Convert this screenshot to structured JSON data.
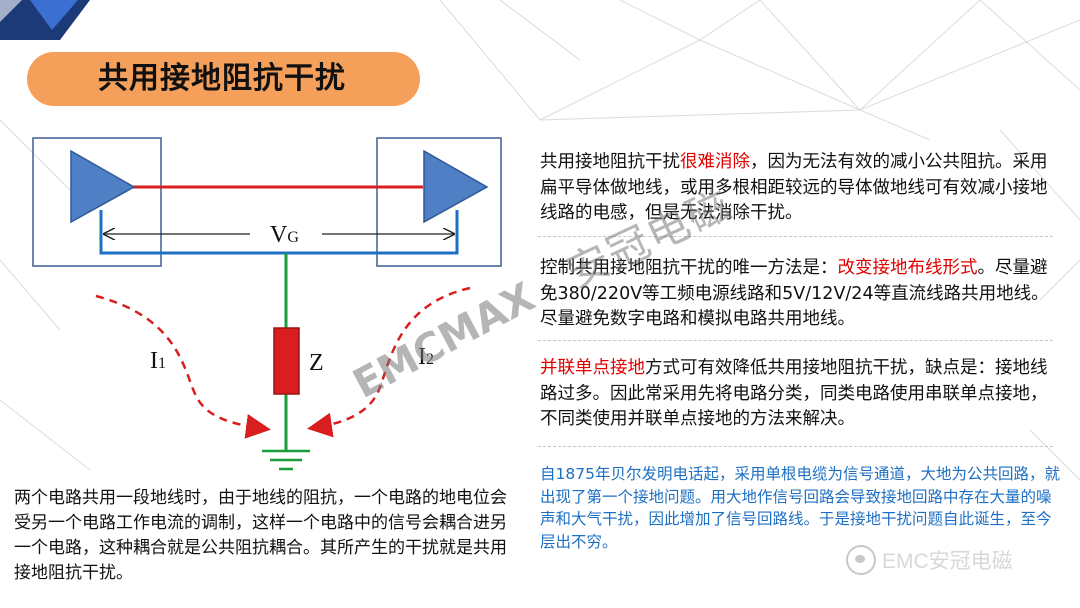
{
  "slide": {
    "title": "共用接地阻抗干扰"
  },
  "diagram": {
    "vg_label": "V",
    "vg_sub": "G",
    "i1_label": "I",
    "i1_sub": "1",
    "i2_label": "I",
    "i2_sub": "2",
    "z_label": "Z"
  },
  "caption": "两个电路共用一段地线时，由于地线的阻抗，一个电路的地电位会受另一个电路工作电流的调制，这样一个电路中的信号会耦合进另一个电路，这种耦合就是公共阻抗耦合。其所产生的干扰就是共用接地阻抗干扰。",
  "paragraphs": {
    "p1_a": "共用接地阻抗干扰",
    "p1_red": "很难消除",
    "p1_b": "，因为无法有效的减小公共阻抗。采用扁平导体做地线，或用多根相距较远的导体做地线可有效减小接地线路的电感，但是无法消除干扰。",
    "p2_a": "控制共用接地阻抗干扰的唯一方法是：",
    "p2_red": "改变接地布线形式",
    "p2_b": "。尽量避免380/220V等工频电源线路和5V/12V/24等直流线路共用地线。尽量避免数字电路和模拟电路共用地线。",
    "p3_red": "并联单点接地",
    "p3_b": "方式可有效降低共用接地阻抗干扰，缺点是：接地线路过多。因此常采用先将电路分类，同类电路使用串联单点接地，不同类使用并联单点接地的方法来解决。",
    "history": "自1875年贝尔发明电话起，采用单根电缆为信号通道，大地为公共回路，就出现了第一个接地问题。用大地作信号回路会导致接地回路中存在大量的噪声和大气干扰，因此增加了信号回路线。于是接地干扰问题自此诞生，至今层出不穷。"
  },
  "watermarks": {
    "cn": "安冠电磁",
    "en": "EMCMAX"
  },
  "brand": {
    "text": "EMC安冠电磁"
  },
  "colors": {
    "title_pill": "#f5a05a",
    "emphasis_red": "#e00000",
    "history_blue": "#1d6fc4",
    "amp_fill": "#4f7fc4",
    "ground_green": "#1a9b3c",
    "signal_red": "#d81e1e",
    "corner_navy": "#1c3a78"
  }
}
